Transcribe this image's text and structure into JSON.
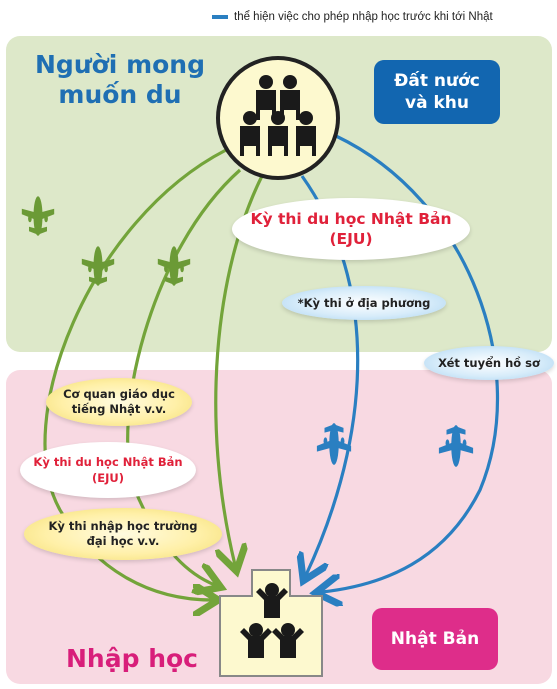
{
  "legend": {
    "text": "thể hiện việc cho phép nhập học trước khi tới Nhật",
    "color": "#2a7fc1"
  },
  "top_region": {
    "title_line1": "Người mong",
    "title_line2": "muốn du",
    "badge_line1": "Đất nước",
    "badge_line2": "và khu"
  },
  "bottom_region": {
    "title": "Nhập học",
    "badge": "Nhật Bản"
  },
  "labels": {
    "eju_top_line1": "Kỳ thi du học Nhật Bản",
    "eju_top_line2": "(EJU)",
    "local_exam": "*Kỳ thi ở địa phương",
    "document_screening": "Xét tuyển hồ sơ",
    "school_line1": "Cơ quan giáo dục",
    "school_line2": "tiếng Nhật v.v.",
    "eju_bottom_line1": "Kỳ thi du học Nhật Bản",
    "eju_bottom_line2": "(EJU)",
    "uni_line1": "Kỳ thi nhập học trường",
    "uni_line2": "đại học v.v."
  },
  "colors": {
    "green_path": "#73a43a",
    "blue_path": "#2a7fc1",
    "green_plane": "#6b9a36",
    "blue_plane": "#2a7fc1"
  },
  "icons": {
    "people": "group-people-icon",
    "school": "school-building-icon",
    "plane": "airplane-icon"
  }
}
